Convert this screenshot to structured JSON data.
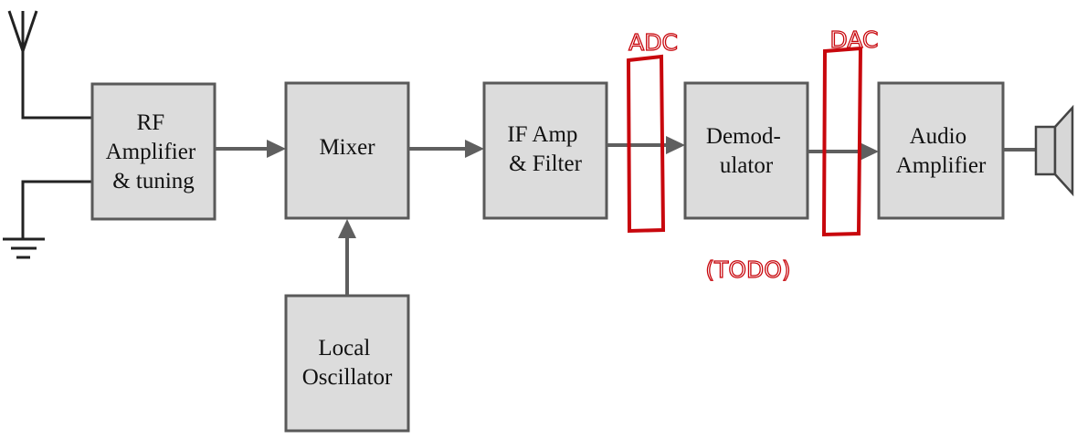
{
  "blocks": {
    "rf_amplifier": [
      "RF",
      "Amplifier",
      "& tuning"
    ],
    "mixer": [
      "Mixer"
    ],
    "local_oscillator": [
      "Local",
      "Oscillator"
    ],
    "if_amp_filter": [
      "IF Amp",
      "& Filter"
    ],
    "demodulator": [
      "Demod-",
      "ulator"
    ],
    "audio_amplifier": [
      "Audio",
      "Amplifier"
    ]
  },
  "annotations": {
    "adc": "ADC",
    "dac": "DAC",
    "todo": "(TODO)"
  },
  "colors": {
    "block_fill": "#dcdcdc",
    "block_border": "#595959",
    "arrow": "#5f5f5f",
    "annotation": "#c8070d"
  },
  "icons": {
    "antenna": "antenna-icon",
    "ground": "ground-icon",
    "speaker": "speaker-icon"
  }
}
